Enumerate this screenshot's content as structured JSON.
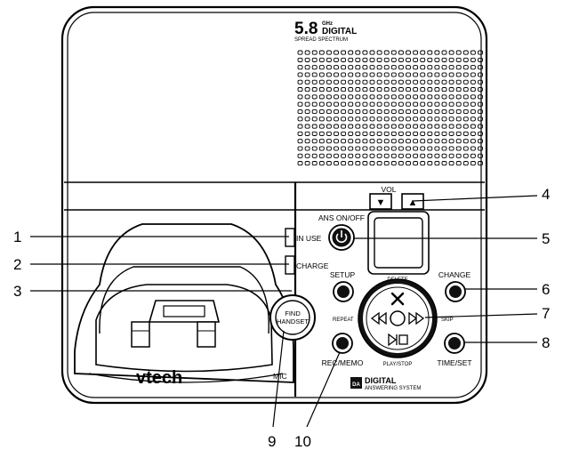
{
  "brand": {
    "spec_value": "5.8",
    "spec_unit": "GHz",
    "spec_digital": "DIGITAL",
    "spec_spread": "SPREAD SPECTRUM",
    "logo": "vtech",
    "das_badge": "DA",
    "das_title": "DIGITAL",
    "das_sub": "ANSWERING SYSTEM"
  },
  "controls": {
    "vol": "VOL",
    "vol_down_icon": "▼",
    "vol_up_icon": "▲",
    "ans_onoff": "ANS ON/OFF",
    "in_use": "IN USE",
    "charge": "CHARGE",
    "setup": "SETUP",
    "delete": "DELETE",
    "change": "CHANGE",
    "repeat": "REPEAT",
    "skip": "SKIP",
    "play_stop": "PLAY/STOP",
    "rec_memo": "REC/MEMO",
    "time_set": "TIME/SET",
    "find": "FIND",
    "handset": "HANDSET",
    "mic": "MIC"
  },
  "callouts": [
    "1",
    "2",
    "3",
    "4",
    "5",
    "6",
    "7",
    "8",
    "9",
    "10"
  ]
}
